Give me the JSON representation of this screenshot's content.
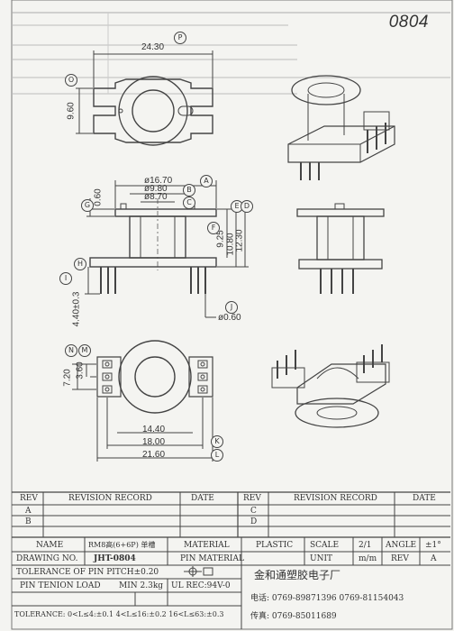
{
  "drawing_code": "0804",
  "dims": {
    "width_top": "24.30",
    "height_top": "9.60",
    "d1": "ø16.70",
    "d2": "ø9.80",
    "d3": "ø8.70",
    "flange": "0.60",
    "h1": "9.25",
    "h2": "10.80",
    "h3": "12.30",
    "pin_len": "4.40±0.3",
    "pin_dia": "ø0.60",
    "pitch_v1": "7.20",
    "pitch_v2": "3.60",
    "pitch_h1": "14.40",
    "pitch_h2": "18.00",
    "pitch_h3": "21.60"
  },
  "callouts": [
    "P",
    "O",
    "A",
    "B",
    "C",
    "G",
    "F",
    "E",
    "D",
    "H",
    "I",
    "J",
    "N",
    "M",
    "K",
    "L"
  ],
  "revision": {
    "rev_header": "REV",
    "record_header": "REVISION RECORD",
    "date_header": "DATE",
    "rows_left": [
      "A",
      "B"
    ],
    "rows_right": [
      "C",
      "D"
    ]
  },
  "title_block": {
    "name_label": "NAME",
    "name_value": "RM8高(6+6P) 单槽",
    "material_label": "MATERIAL",
    "material_value": "PLASTIC",
    "scale_label": "SCALE",
    "scale_value": "2/1",
    "angle_label": "ANGLE",
    "angle_value": "±1°",
    "drawing_no_label": "DRAWING NO.",
    "drawing_no_value": "JHT-0804",
    "pin_material": "PIN MATERIAL",
    "unit_label": "UNIT",
    "unit_value": "m/m",
    "rev_label": "REV",
    "rev_value": "A",
    "tol_pitch": "TOLERANCE OF PIN PITCH±0.20",
    "pin_tenion": "PIN TENION LOAD",
    "pin_tenion_value": "MIN 2.3kg",
    "ul_rec": "UL REC:94V-0",
    "tolerance": "TOLERANCE: 0<L≤4:±0.1   4<L≤16:±0.2   16<L≤63:±0.3",
    "company": "金和通塑胶电子厂",
    "phone": "电话: 0769-89871396   0769-81154043",
    "fax": "传真: 0769-85011689"
  }
}
